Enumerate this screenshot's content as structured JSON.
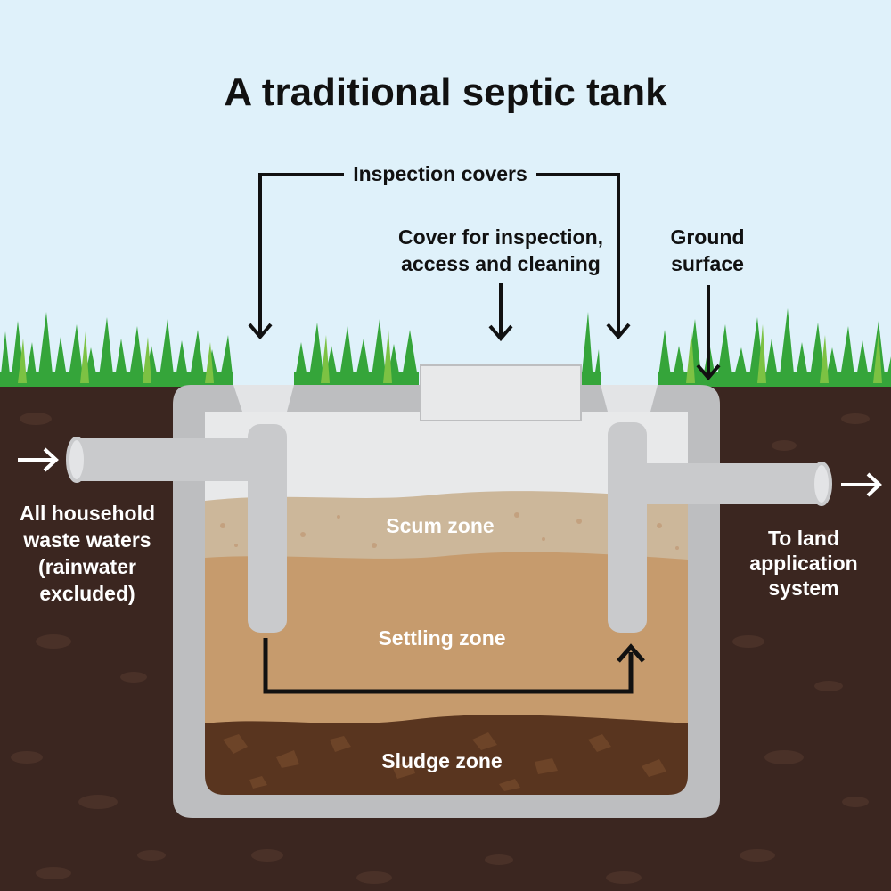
{
  "title": "A traditional septic tank",
  "labels": {
    "inspection_covers": "Inspection covers",
    "cover_line1": "Cover for inspection,",
    "cover_line2": "access and cleaning",
    "ground_line1": "Ground",
    "ground_line2": "surface",
    "inlet_line1": "All household",
    "inlet_line2": "waste waters",
    "inlet_line3": "(rainwater",
    "inlet_line4": "excluded)",
    "outlet_line1": "To land",
    "outlet_line2": "application",
    "outlet_line3": "system"
  },
  "zones": {
    "scum": "Scum zone",
    "settling": "Settling zone",
    "sludge": "Sludge zone"
  },
  "colors": {
    "sky": "#dff1fa",
    "soil": "#3b2620",
    "grass": "#35a53a",
    "tank": "#bdbec0",
    "scum": "#ccb79a",
    "settling": "#c69b6d",
    "sludge": "#59351f",
    "pipe": "#c9cacc"
  }
}
